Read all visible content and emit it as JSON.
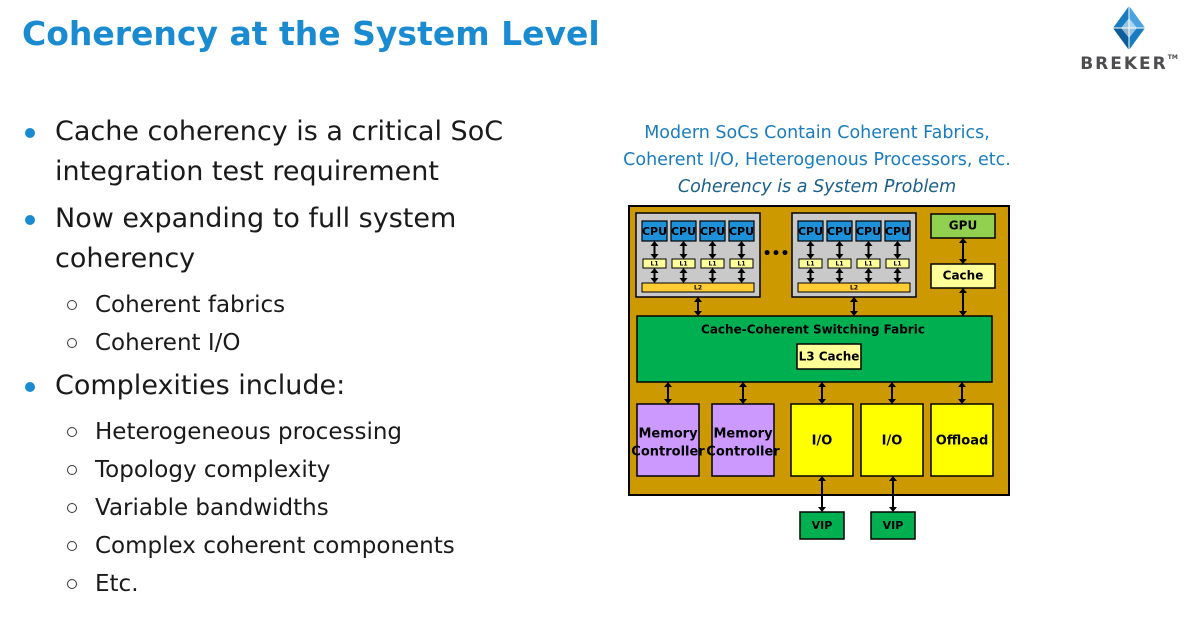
{
  "title": "Coherency at the System Level",
  "logo": {
    "text": "BREKER",
    "tm": "TM",
    "colors": {
      "dark": "#0d5d9a",
      "light": "#4aa3e0",
      "mid": "#1a7cc0"
    }
  },
  "bullets": [
    {
      "text": "Cache coherency is a critical SoC integration test requirement",
      "lines": [
        "Cache coherency is a critical SoC",
        "integration test requirement"
      ],
      "subitems": []
    },
    {
      "text": "Now expanding to full system coherency",
      "lines": [
        "Now expanding to full system",
        "coherency"
      ],
      "subitems": [
        "Coherent fabrics",
        "Coherent I/O"
      ]
    },
    {
      "text": "Complexities include:",
      "lines": [
        "Complexities include:"
      ],
      "subitems": [
        "Heterogeneous processing",
        "Topology complexity",
        "Variable bandwidths",
        "Complex coherent components",
        "Etc."
      ]
    }
  ],
  "caption": {
    "lines": [
      "Modern SoCs Contain Coherent Fabrics,",
      "Coherent I/O, Heterogenous Processors, etc."
    ],
    "emphasis": "Coherency is a System Problem"
  },
  "diagram": {
    "cpu_label": "CPU",
    "l1_label": "L1",
    "l2_label": "L2",
    "ellipsis": "•••",
    "gpu_label": "GPU",
    "gpu_cache_label": "Cache",
    "fabric_label": "Cache-Coherent Switching Fabric",
    "l3_label": "L3 Cache",
    "memory_controllers": [
      [
        "Memory",
        "Controller"
      ],
      [
        "Memory",
        "Controller"
      ]
    ],
    "io_labels": [
      "I/O",
      "I/O"
    ],
    "offload_label": "Offload",
    "vip_labels": [
      "VIP",
      "VIP"
    ],
    "colors": {
      "soc_bg": "#cc9900",
      "cluster_bg": "#c9c9c9",
      "cpu": "#1e90d8",
      "l1": "#ffff99",
      "l2": "#ffcc33",
      "gpu": "#92d050",
      "cache": "#ffff99",
      "fabric": "#00b050",
      "l3": "#ffff99",
      "memory": "#cc99ff",
      "io": "#ffff00",
      "offload": "#ffff00",
      "vip": "#00b050"
    }
  }
}
